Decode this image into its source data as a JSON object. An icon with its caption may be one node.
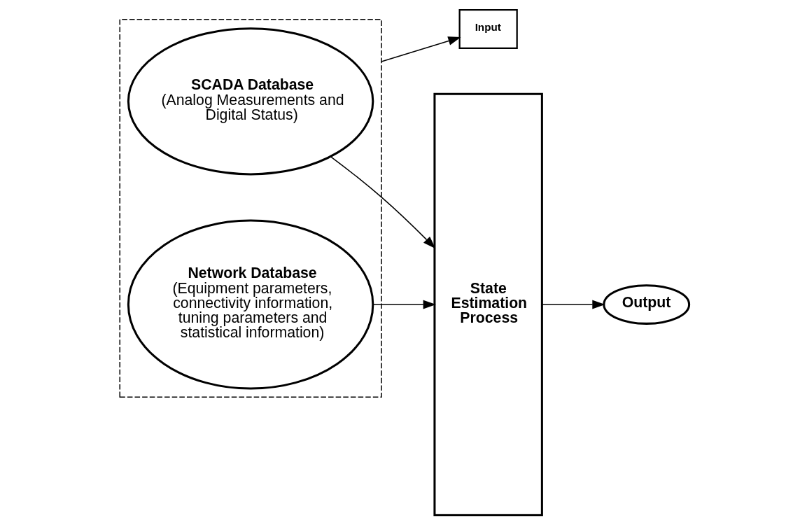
{
  "diagram": {
    "nodes": [
      {
        "text": [],
        "shape": "box"
      },
      {
        "text": [
          "SCADA Database",
          "(Analog Measurements and Digital Status)"
        ],
        "in": 0
      },
      {
        "text": [
          "Network Database",
          "(Equipment parameters, connectivity information, tuning parameters and statistical information)"
        ],
        "in": 0
      },
      {
        "text": [
          "State Estimation Process"
        ]
      },
      {
        "text": [
          "Output"
        ]
      },
      {
        "text": [
          "Input"
        ]
      }
    ],
    "edges": [
      {
        "from": 1,
        "to": 3,
        "arrow": "to"
      },
      {
        "from": 2,
        "to": 3,
        "arrow": "to"
      },
      {
        "from": 3,
        "to": 4,
        "arrow": "to"
      },
      {
        "from": 0,
        "to": 5,
        "arrow": "to"
      }
    ]
  }
}
